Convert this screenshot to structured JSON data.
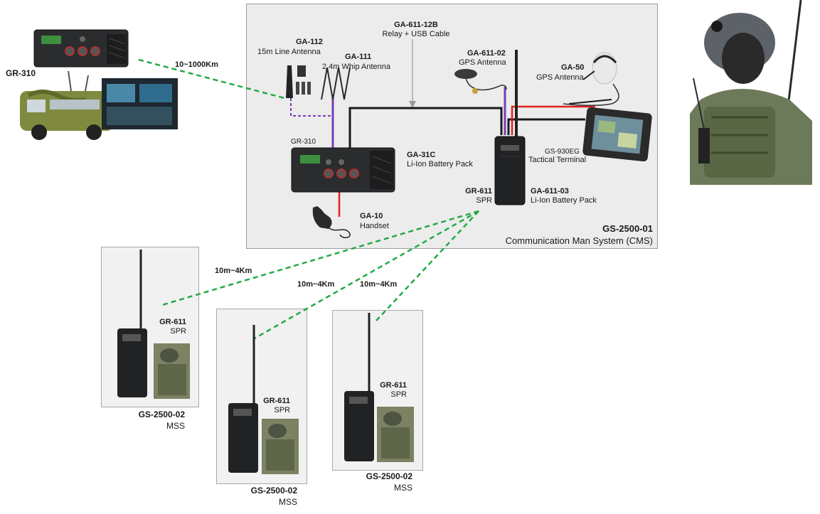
{
  "cms": {
    "code": "GS-2500-01",
    "name": "Communication Man System (CMS)",
    "relay_cable": {
      "code": "GA-611-12B",
      "name": "Relay + USB Cable"
    },
    "line_antenna": {
      "code": "GA-112",
      "name": "15m Line Antenna"
    },
    "whip_antenna": {
      "code": "GA-111",
      "name": "2.4m Whip Antenna"
    },
    "gps_antenna_1": {
      "code": "GA-611-02",
      "name": "GPS Antenna"
    },
    "gps_antenna_2": {
      "code": "GA-50",
      "name": "GPS Antenna"
    },
    "radio_310": {
      "code": "GR-310"
    },
    "battery_31c": {
      "code": "GA-31C",
      "name": "Li-Ion Battery Pack"
    },
    "handset": {
      "code": "GA-10",
      "name": "Handset"
    },
    "radio_611": {
      "code": "GR-611",
      "name": "SPR"
    },
    "battery_611": {
      "code": "GA-611-03",
      "name": "Li-Ion Battery Pack"
    },
    "terminal": {
      "code": "GS-930EG",
      "name": "Tactical Terminal"
    }
  },
  "vehicle_station": {
    "code": "GR-310"
  },
  "links": {
    "long_range": "10~1000Km",
    "mss_1": "10m~4Km",
    "mss_2": "10m~4Km",
    "mss_3": "10m~4Km"
  },
  "mss_units": [
    {
      "radio_code": "GR-611",
      "radio_name": "SPR",
      "system_code": "GS-2500-02",
      "system_name": "MSS"
    },
    {
      "radio_code": "GR-611",
      "radio_name": "SPR",
      "system_code": "GS-2500-02",
      "system_name": "MSS"
    },
    {
      "radio_code": "GR-611",
      "radio_name": "SPR",
      "system_code": "GS-2500-02",
      "system_name": "MSS"
    }
  ],
  "colors": {
    "link_dashed": "#22aa44",
    "cable_black": "#1a1a1a",
    "cable_purple": "#7a3db8",
    "cable_red": "#e02020",
    "relay_arrow": "#9a9a9a"
  }
}
